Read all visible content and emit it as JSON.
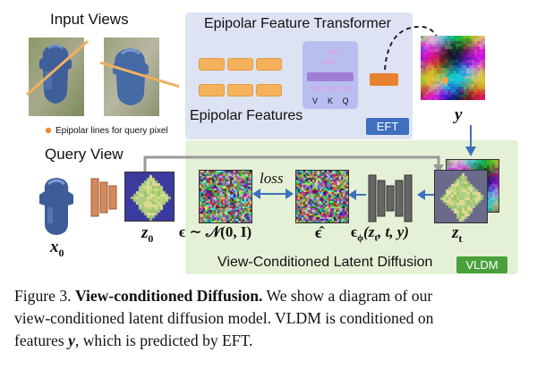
{
  "title_eft": "Epipolar Feature Transformer",
  "label_input_views": "Input Views",
  "label_epipolar_features": "Epipolar Features",
  "legend_epipolar": "Epipolar lines for query pixel",
  "badge_eft": "EFT",
  "badge_vldm": "VLDM",
  "attention_labels": [
    "V",
    "K",
    "Q"
  ],
  "label_y": "y",
  "label_query_view": "Query View",
  "label_x0": "x",
  "label_x0_sub": "0",
  "label_z0": "z",
  "label_z0_sub": "0",
  "label_eps_dist": "ϵ ∼ 𝒩(0, I)",
  "label_eps_hat": "ϵ̂",
  "label_eps_phi": "ϵ",
  "label_eps_phi_sub": "ϕ",
  "label_eps_phi_args": "(z",
  "label_eps_phi_args_sub": "t",
  "label_eps_phi_args_rest": ", t, y)",
  "label_zt": "z",
  "label_zt_sub": "t",
  "label_loss": "loss",
  "label_vldm_title": "View-Conditioned Latent Diffusion",
  "caption_line1_prefix": "Figure 3. ",
  "caption_line1_bold": "View-conditioned Diffusion.",
  "caption_line1_rest": " We show a diagram of our",
  "caption_line2": "view-conditioned latent diffusion model. VLDM is conditioned on",
  "caption_line3_a": "features ",
  "caption_line3_y": "y",
  "caption_line3_b": ", which is predicted by EFT.",
  "colors": {
    "eft_panel": "#dde3f2",
    "vldm_panel": "#e4f1d6",
    "eft_badge": "#3f6fbe",
    "vldm_badge": "#48a13c",
    "feature_orange": "#f5b25c",
    "arrow_blue": "#3f6fbe",
    "attention_purple": "#9f7fd4"
  }
}
